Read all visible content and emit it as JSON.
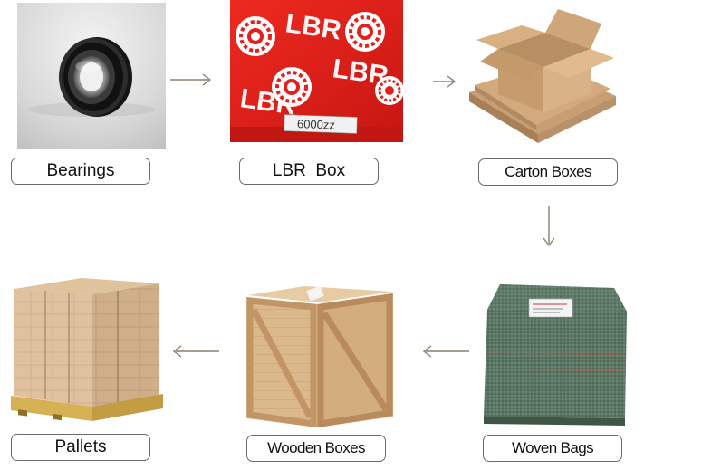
{
  "steps": {
    "bearings": {
      "label": "Bearings"
    },
    "lbr_box": {
      "label": "LBR  Box",
      "box_print": "LBR",
      "box_sticker": "6000zz"
    },
    "carton_boxes": {
      "label": "Carton Boxes"
    },
    "woven_bags": {
      "label": "Woven Bags"
    },
    "wooden_boxes": {
      "label": "Wooden Boxes"
    },
    "pallets": {
      "label": "Pallets"
    }
  },
  "colors": {
    "box_red": "#e3201b",
    "carton": "#c9a478",
    "woven_green": "#5a7563",
    "wood": "#d9b486",
    "arrow": "#8a7f70"
  },
  "icons": {
    "flow_arrow": "arrow-icon"
  }
}
